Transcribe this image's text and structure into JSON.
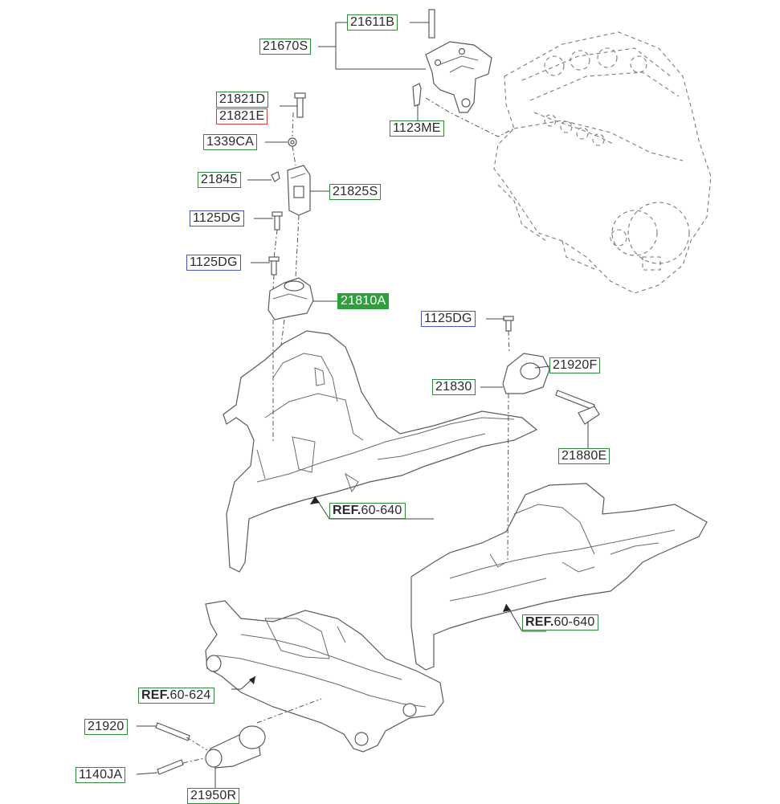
{
  "labels": {
    "p21611B": "21611B",
    "p21670S": "21670S",
    "p1123ME": "1123ME",
    "p21821D": "21821D",
    "p21821E": "21821E",
    "p1339CA": "1339CA",
    "p21845": "21845",
    "p21825S": "21825S",
    "p1125DG_a": "1125DG",
    "p1125DG_b": "1125DG",
    "p21810A": "21810A",
    "p1125DG_c": "1125DG",
    "p21920F": "21920F",
    "p21830": "21830",
    "p21880E": "21880E",
    "p21920": "21920",
    "p1140JA": "1140JA",
    "p21950R": "21950R"
  },
  "refs": {
    "ref1": {
      "prefix": "REF.",
      "code": "60-640"
    },
    "ref2": {
      "prefix": "REF.",
      "code": "60-640"
    },
    "ref3": {
      "prefix": "REF.",
      "code": "60-624"
    }
  },
  "colors": {
    "frame_green": "#2e8b3a",
    "frame_red": "#d23b3b",
    "frame_blue": "#4a55c8",
    "filled_green": "#2f9e3c",
    "line": "#5a5a5a"
  }
}
